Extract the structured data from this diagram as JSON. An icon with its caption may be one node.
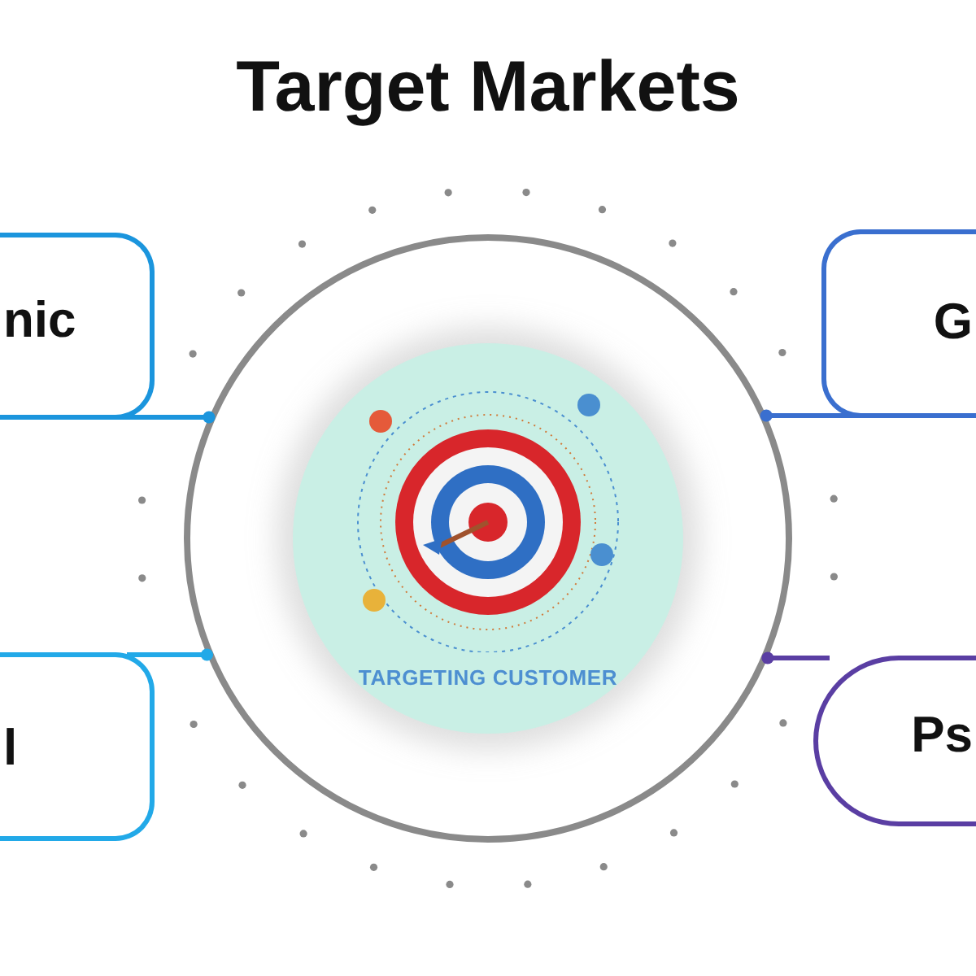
{
  "diagram": {
    "title": "Target Markets",
    "nodes": [
      {
        "text": [
          "nic"
        ]
      },
      {
        "text": [
          "G"
        ]
      },
      {
        "text": [
          "l"
        ]
      },
      {
        "text": [
          "Ps"
        ]
      },
      {
        "text": [],
        "shape": "circle"
      },
      {
        "text": [
          "TARGETING CUSTOMER"
        ],
        "in": 4
      }
    ],
    "edges": [
      {
        "from": 0,
        "to": 4,
        "arrow": "other",
        "color": "#1b95dd"
      },
      {
        "from": 1,
        "to": 4,
        "arrow": "other",
        "color": "#3a6fcf"
      },
      {
        "from": 2,
        "to": 4,
        "arrow": "other",
        "color": "#22a9e8"
      },
      {
        "from": 3,
        "to": 4,
        "arrow": "other",
        "color": "#5a3ea3"
      }
    ]
  }
}
